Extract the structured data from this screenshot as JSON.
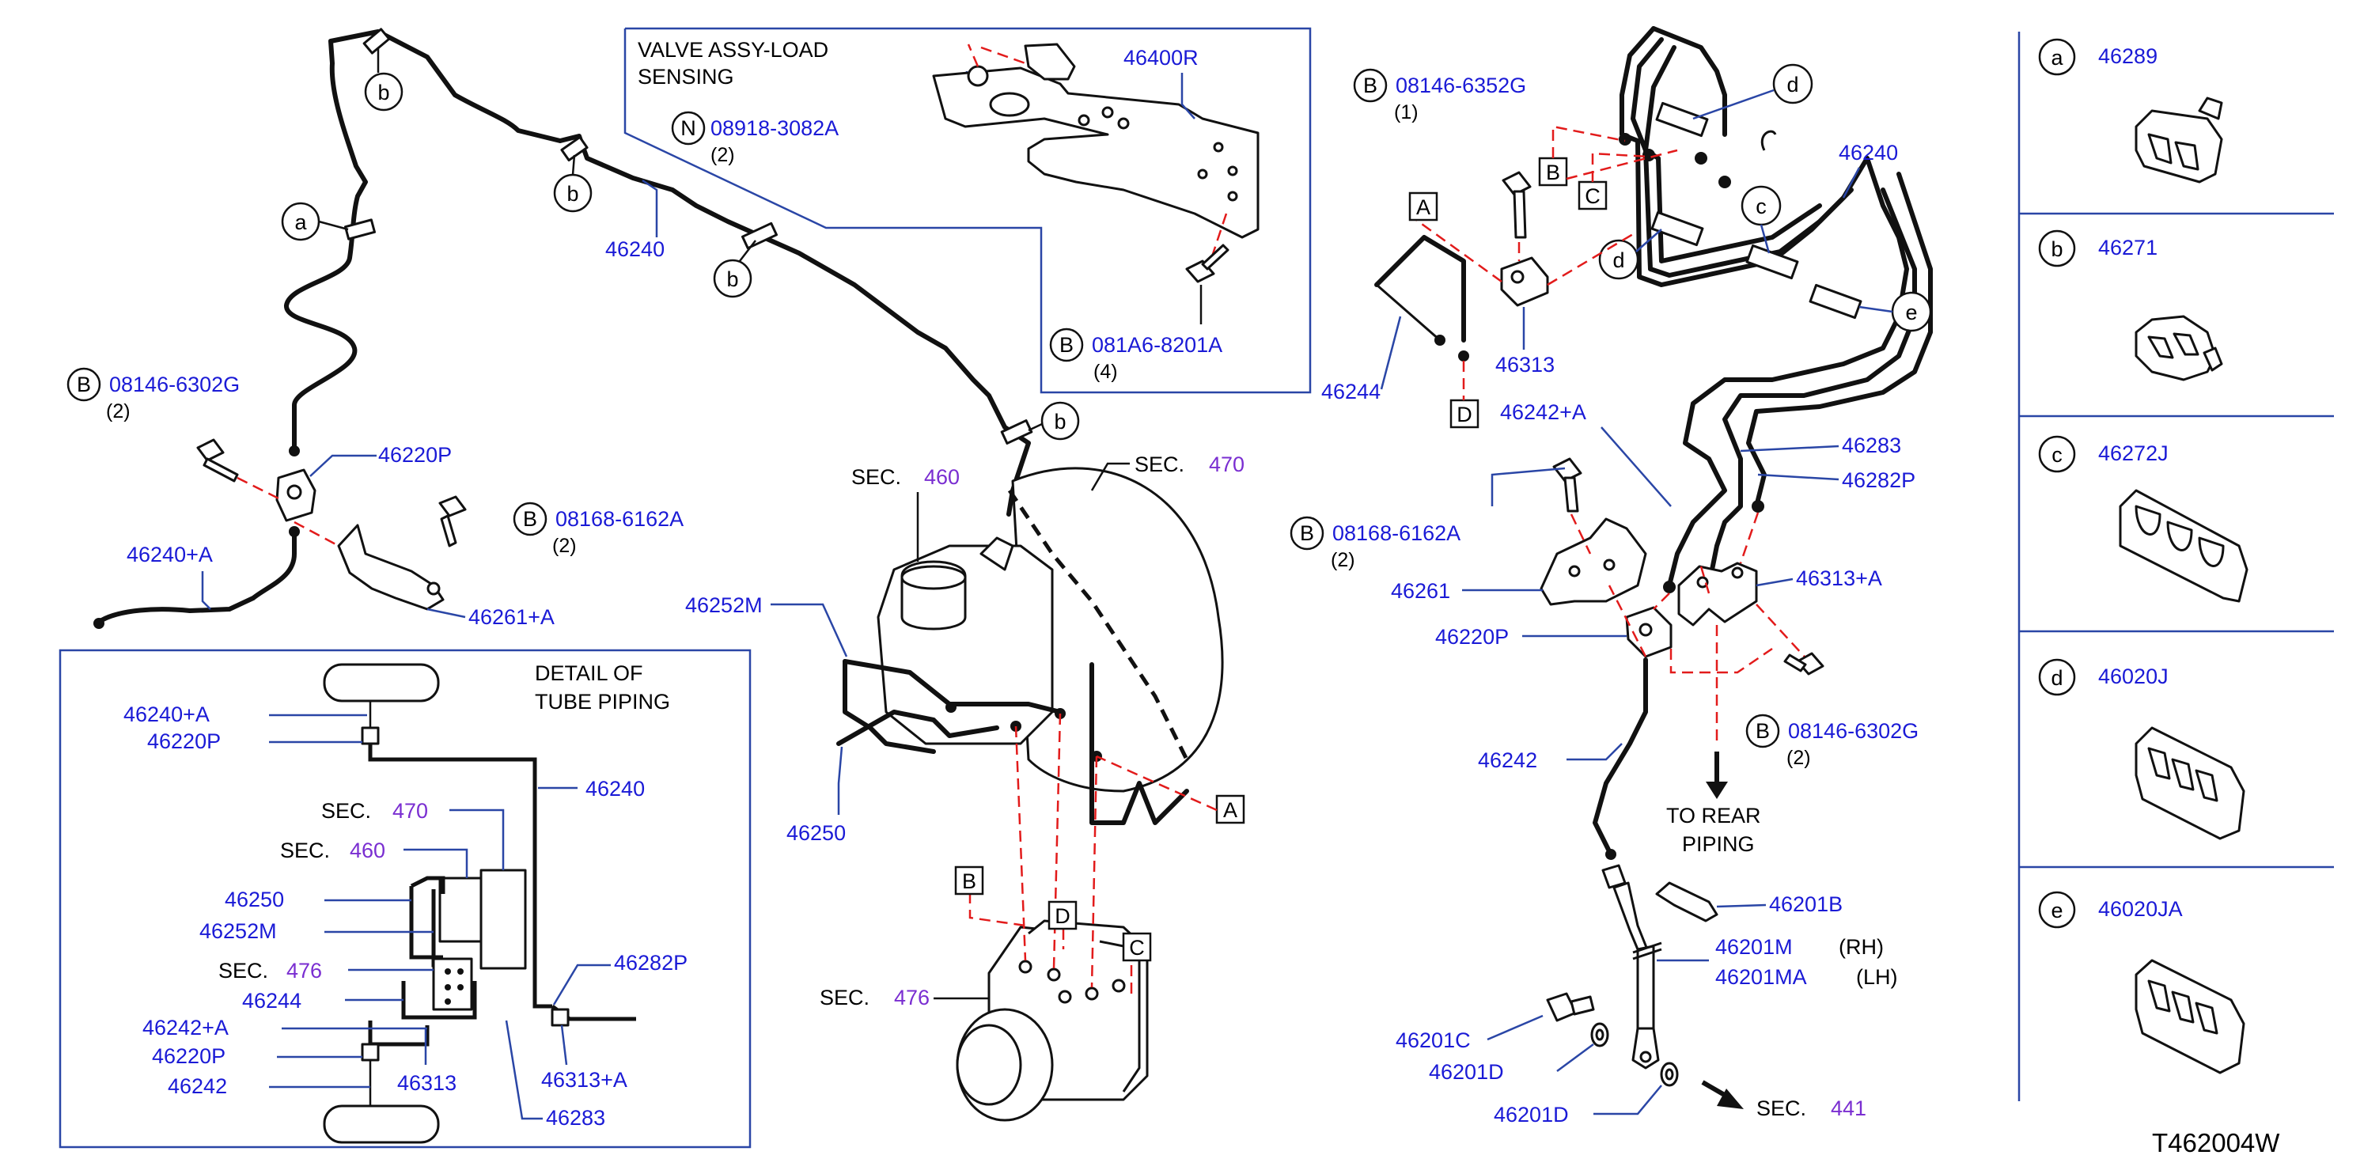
{
  "drawing_code": "T462004W",
  "valve_assy": {
    "title_line1": "VALVE   ASSY-LOAD",
    "title_line2": "SENSING"
  },
  "detail": {
    "title_line1": "DETAIL   OF",
    "title_line2": "TUBE   PIPING"
  },
  "to_rear": {
    "line1": "TO   REAR",
    "line2": "PIPING"
  },
  "sec_word": "SEC.",
  "sections": {
    "s460": "460",
    "s470": "470",
    "s476": "476",
    "s441": "441"
  },
  "parts": {
    "p46240": "46240",
    "p46240A": "46240+A",
    "p46220P": "46220P",
    "p46261A": "46261+A",
    "p46252M": "46252M",
    "p46250": "46250",
    "p46400R": "46400R",
    "p46244": "46244",
    "p46313": "46313",
    "p46242A": "46242+A",
    "p46283": "46283",
    "p46282P": "46282P",
    "p46261": "46261",
    "p46313A": "46313+A",
    "p46242": "46242",
    "p46201B": "46201B",
    "p46201M": "46201M",
    "p46201MA": "46201MA",
    "p46201C": "46201C",
    "p46201D": "46201D"
  },
  "sides": {
    "rh": "(RH)",
    "lh": "(LH)"
  },
  "fasteners": {
    "b_08146_6302G": "08146-6302G",
    "b_08168_6162A": "08168-6162A",
    "n_08918_3082A": "08918-3082A",
    "b_081A6_8201A": "081A6-8201A",
    "b_08146_6352G": "08146-6352G"
  },
  "prefix": {
    "b": "B",
    "n": "N"
  },
  "qty": {
    "q1": "(1)",
    "q2": "(2)",
    "q4": "(4)"
  },
  "boxes": {
    "a": "A",
    "b": "B",
    "c": "C",
    "d": "D"
  },
  "clips": {
    "a": "a",
    "b": "b",
    "c": "c",
    "d": "d",
    "e": "e"
  },
  "legend": [
    {
      "letter": "a",
      "part": "46289"
    },
    {
      "letter": "b",
      "part": "46271"
    },
    {
      "letter": "c",
      "part": "46272J"
    },
    {
      "letter": "d",
      "part": "46020J"
    },
    {
      "letter": "e",
      "part": "46020JA"
    }
  ]
}
